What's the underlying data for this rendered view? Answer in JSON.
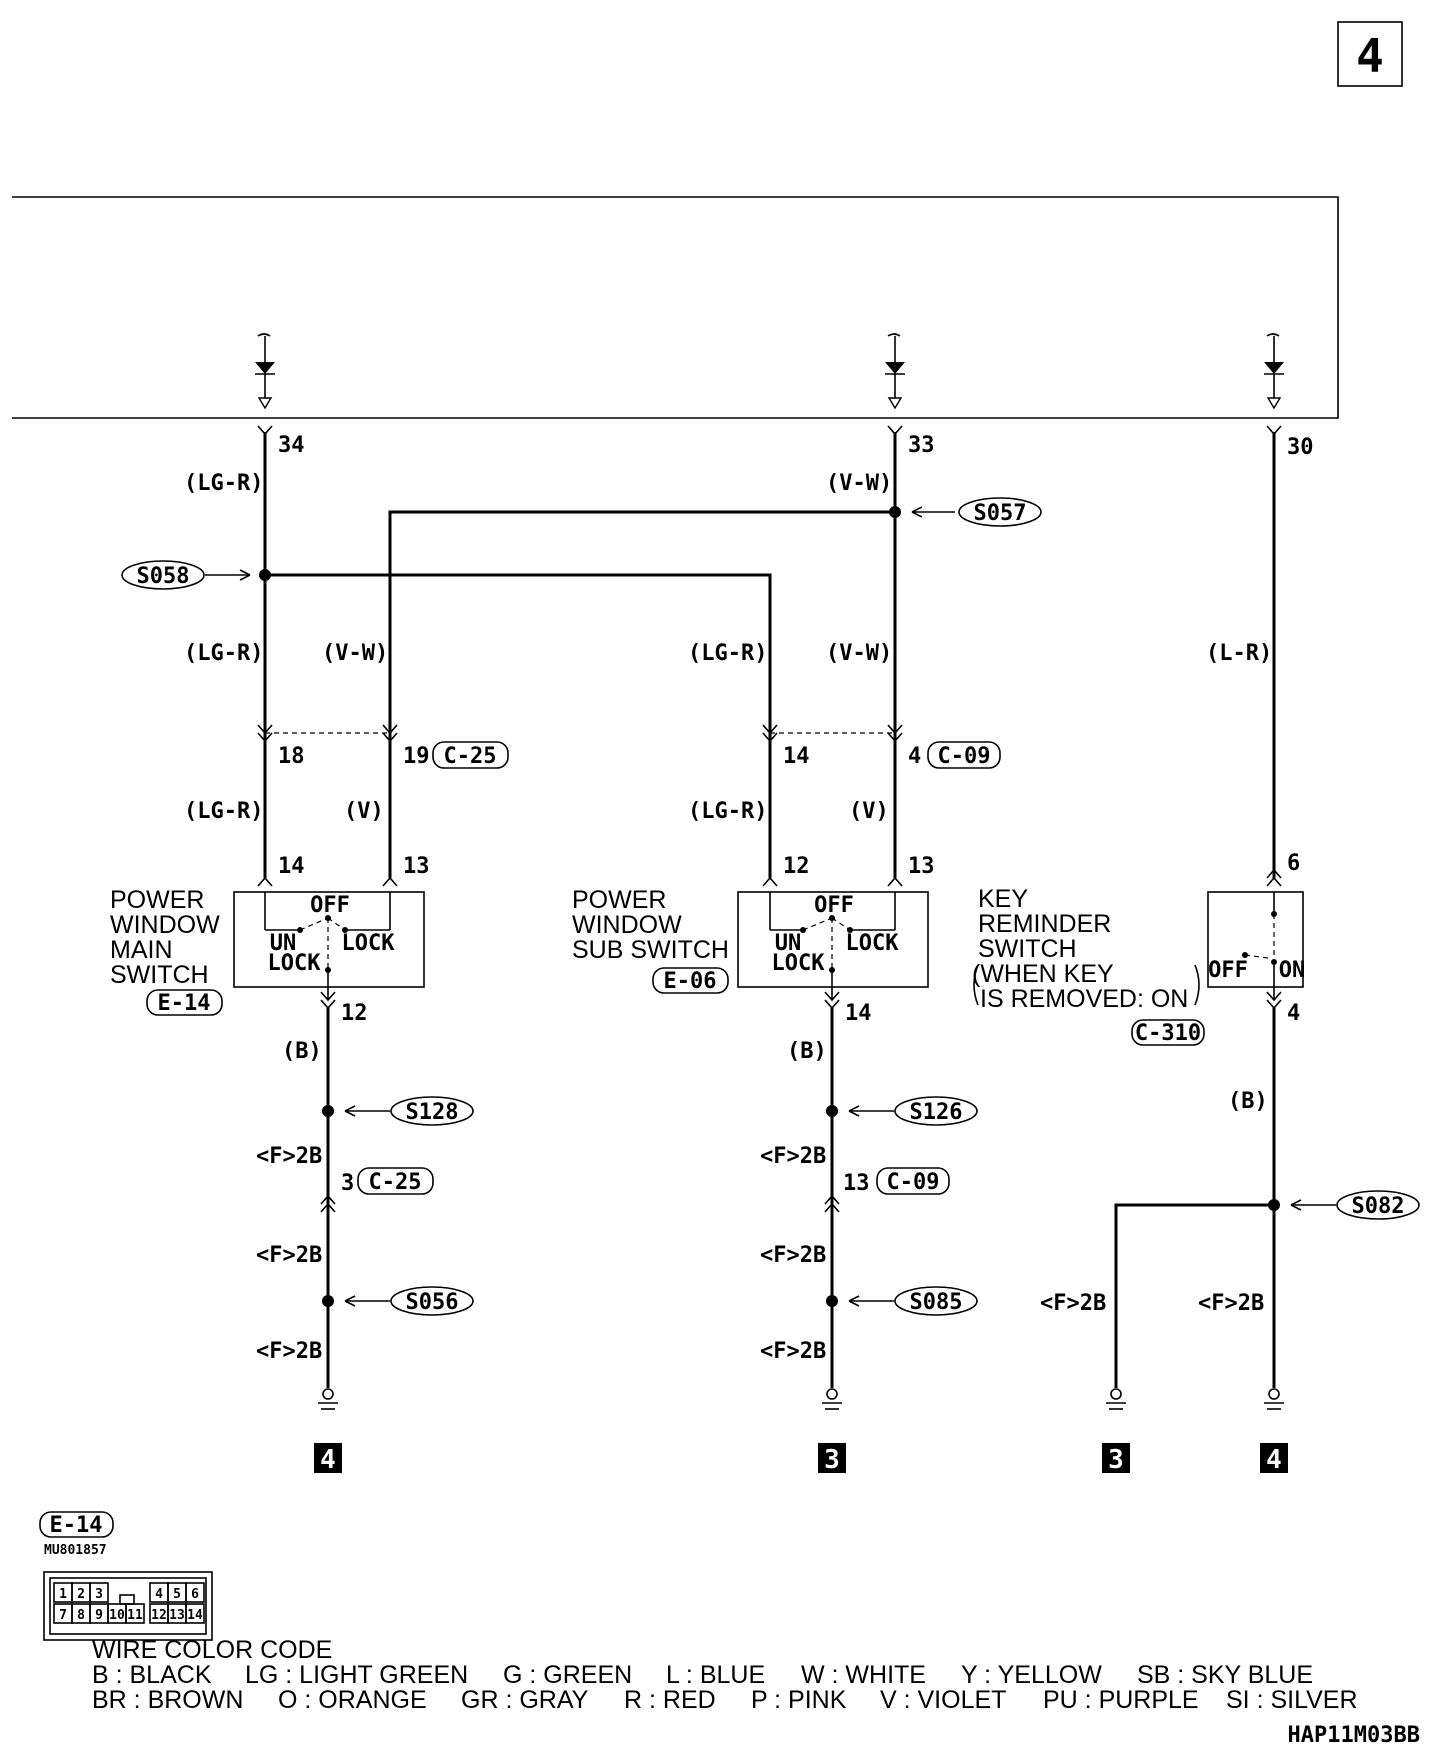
{
  "page_number": "4",
  "wires": {
    "p34": "34",
    "p33": "33",
    "p30": "30",
    "lgr": "(LG-R)",
    "vw": "(V-W)",
    "lr": "(L-R)",
    "v": "(V)",
    "b": "(B)",
    "f2b": "<F>2B"
  },
  "splices": {
    "s057": "S057",
    "s058": "S058",
    "s128": "S128",
    "s056": "S056",
    "s126": "S126",
    "s085": "S085",
    "s082": "S082"
  },
  "connectors": {
    "c25": "C-25",
    "c09": "C-09",
    "e14": "E-14",
    "e06": "E-06",
    "c310": "C-310"
  },
  "pins": {
    "p18": "18",
    "p19": "19",
    "p14": "14",
    "p4": "4",
    "p13": "13",
    "p12": "12",
    "p6": "6",
    "p3": "3"
  },
  "components": {
    "main_switch": [
      "POWER",
      "WINDOW",
      "MAIN",
      "SWITCH"
    ],
    "sub_switch": [
      "POWER",
      "WINDOW",
      "SUB SWITCH"
    ],
    "key_switch": [
      "KEY",
      "REMINDER",
      "SWITCH",
      "(WHEN KEY",
      "IS REMOVED: ON"
    ],
    "off": "OFF",
    "un": "UN",
    "lock": "LOCK",
    "on": "ON"
  },
  "grounds": {
    "g4": "4",
    "g3": "3"
  },
  "connector_face": {
    "code": "E-14",
    "part": "MU801857",
    "row1": [
      "1",
      "2",
      "3",
      "4",
      "5",
      "6"
    ],
    "row2": [
      "7",
      "8",
      "9",
      "10",
      "11",
      "12",
      "13",
      "14"
    ]
  },
  "legend": {
    "title": "WIRE COLOR CODE",
    "row1": [
      "B : BLACK",
      "LG : LIGHT GREEN",
      "G : GREEN",
      "L : BLUE",
      "W : WHITE",
      "Y : YELLOW",
      "SB : SKY BLUE"
    ],
    "row2": [
      "BR : BROWN",
      "O : ORANGE",
      "GR : GRAY",
      "R : RED",
      "P : PINK",
      "V : VIOLET",
      "PU : PURPLE",
      "SI : SILVER"
    ]
  },
  "figure_code": "HAP11M03BB"
}
